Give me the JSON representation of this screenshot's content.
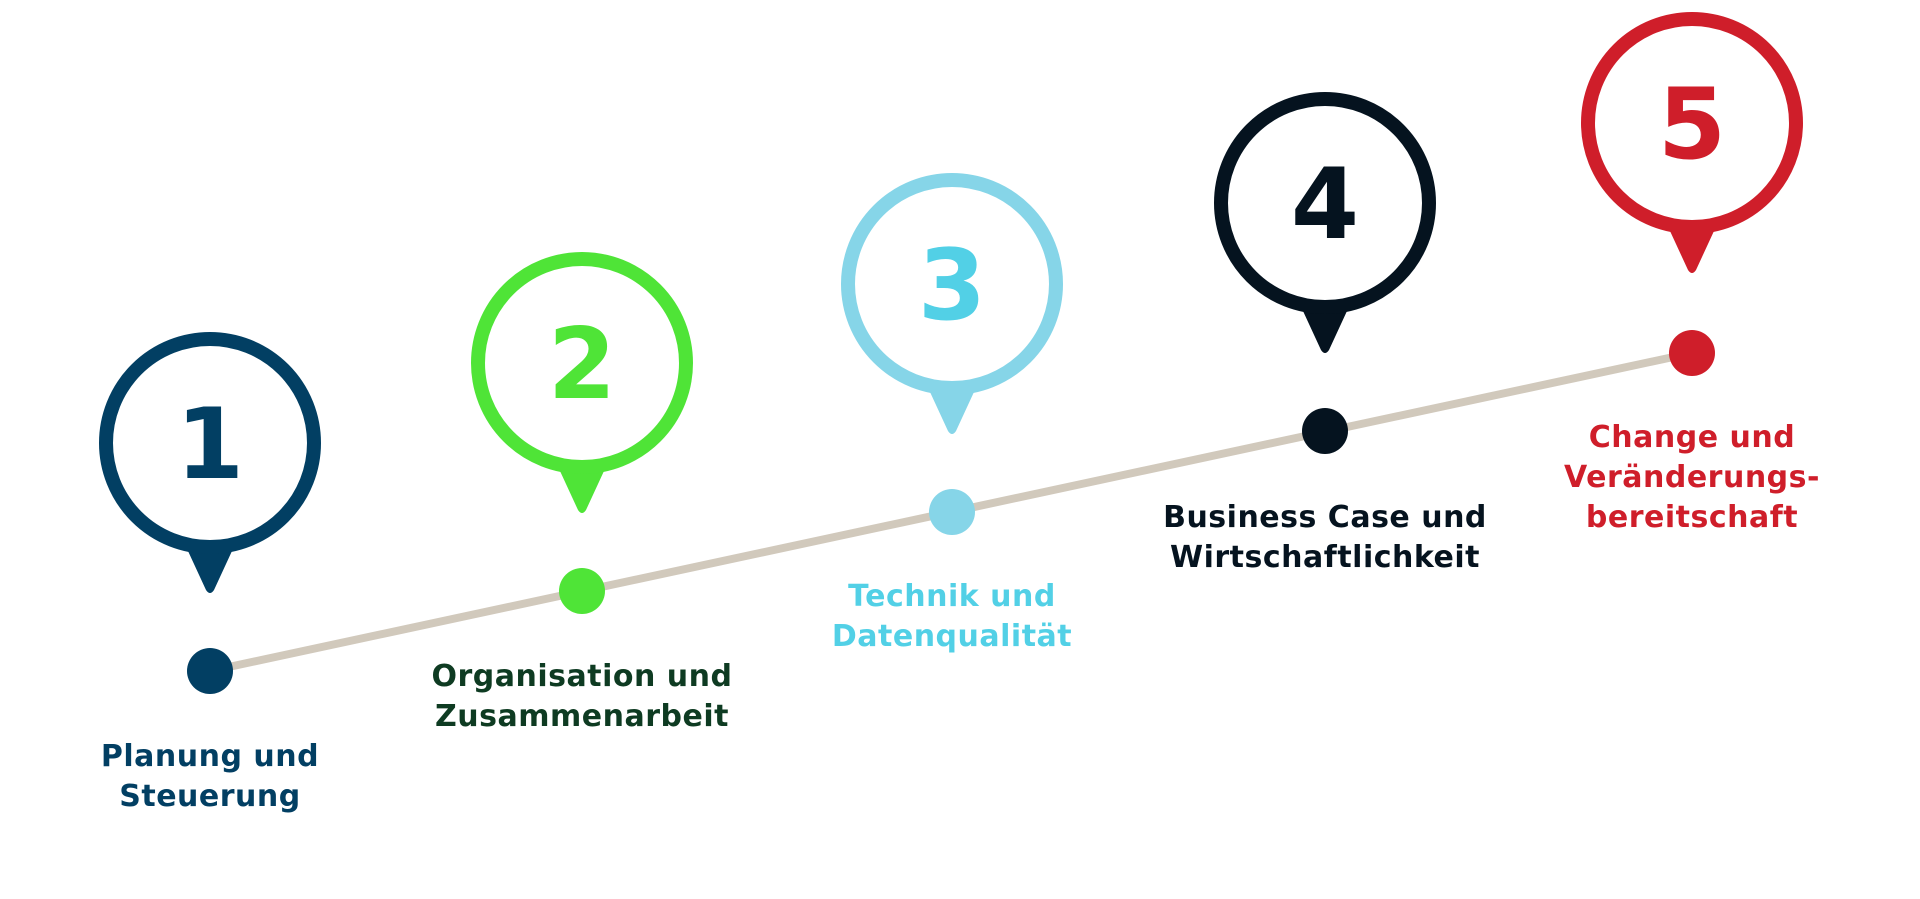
{
  "timeline": {
    "line_color": "#d1c9bc",
    "steps": [
      {
        "number": "1",
        "label_line1": "Planung und",
        "label_line2": "Steuerung",
        "pin_color": "#023f63",
        "number_color": "#023f63",
        "label_color": "#023f63"
      },
      {
        "number": "2",
        "label_line1": "Organisation und",
        "label_line2": "Zusammenarbeit",
        "pin_color": "#4fe437",
        "number_color": "#4fe437",
        "label_color": "#0e3b22"
      },
      {
        "number": "3",
        "label_line1": "Technik und",
        "label_line2": "Datenqualität",
        "pin_color": "#86d5e8",
        "number_color": "#52d0e6",
        "label_color": "#52d0e6"
      },
      {
        "number": "4",
        "label_line1": "Business Case und",
        "label_line2": "Wirtschaftlichkeit",
        "pin_color": "#05131f",
        "number_color": "#05131f",
        "label_color": "#05131f"
      },
      {
        "number": "5",
        "label_line1": "Change und",
        "label_line2": "Veränderungs-",
        "label_line3": "bereitschaft",
        "pin_color": "#cf1e2a",
        "number_color": "#cf1e2a",
        "label_color": "#cf1e2a"
      }
    ]
  }
}
